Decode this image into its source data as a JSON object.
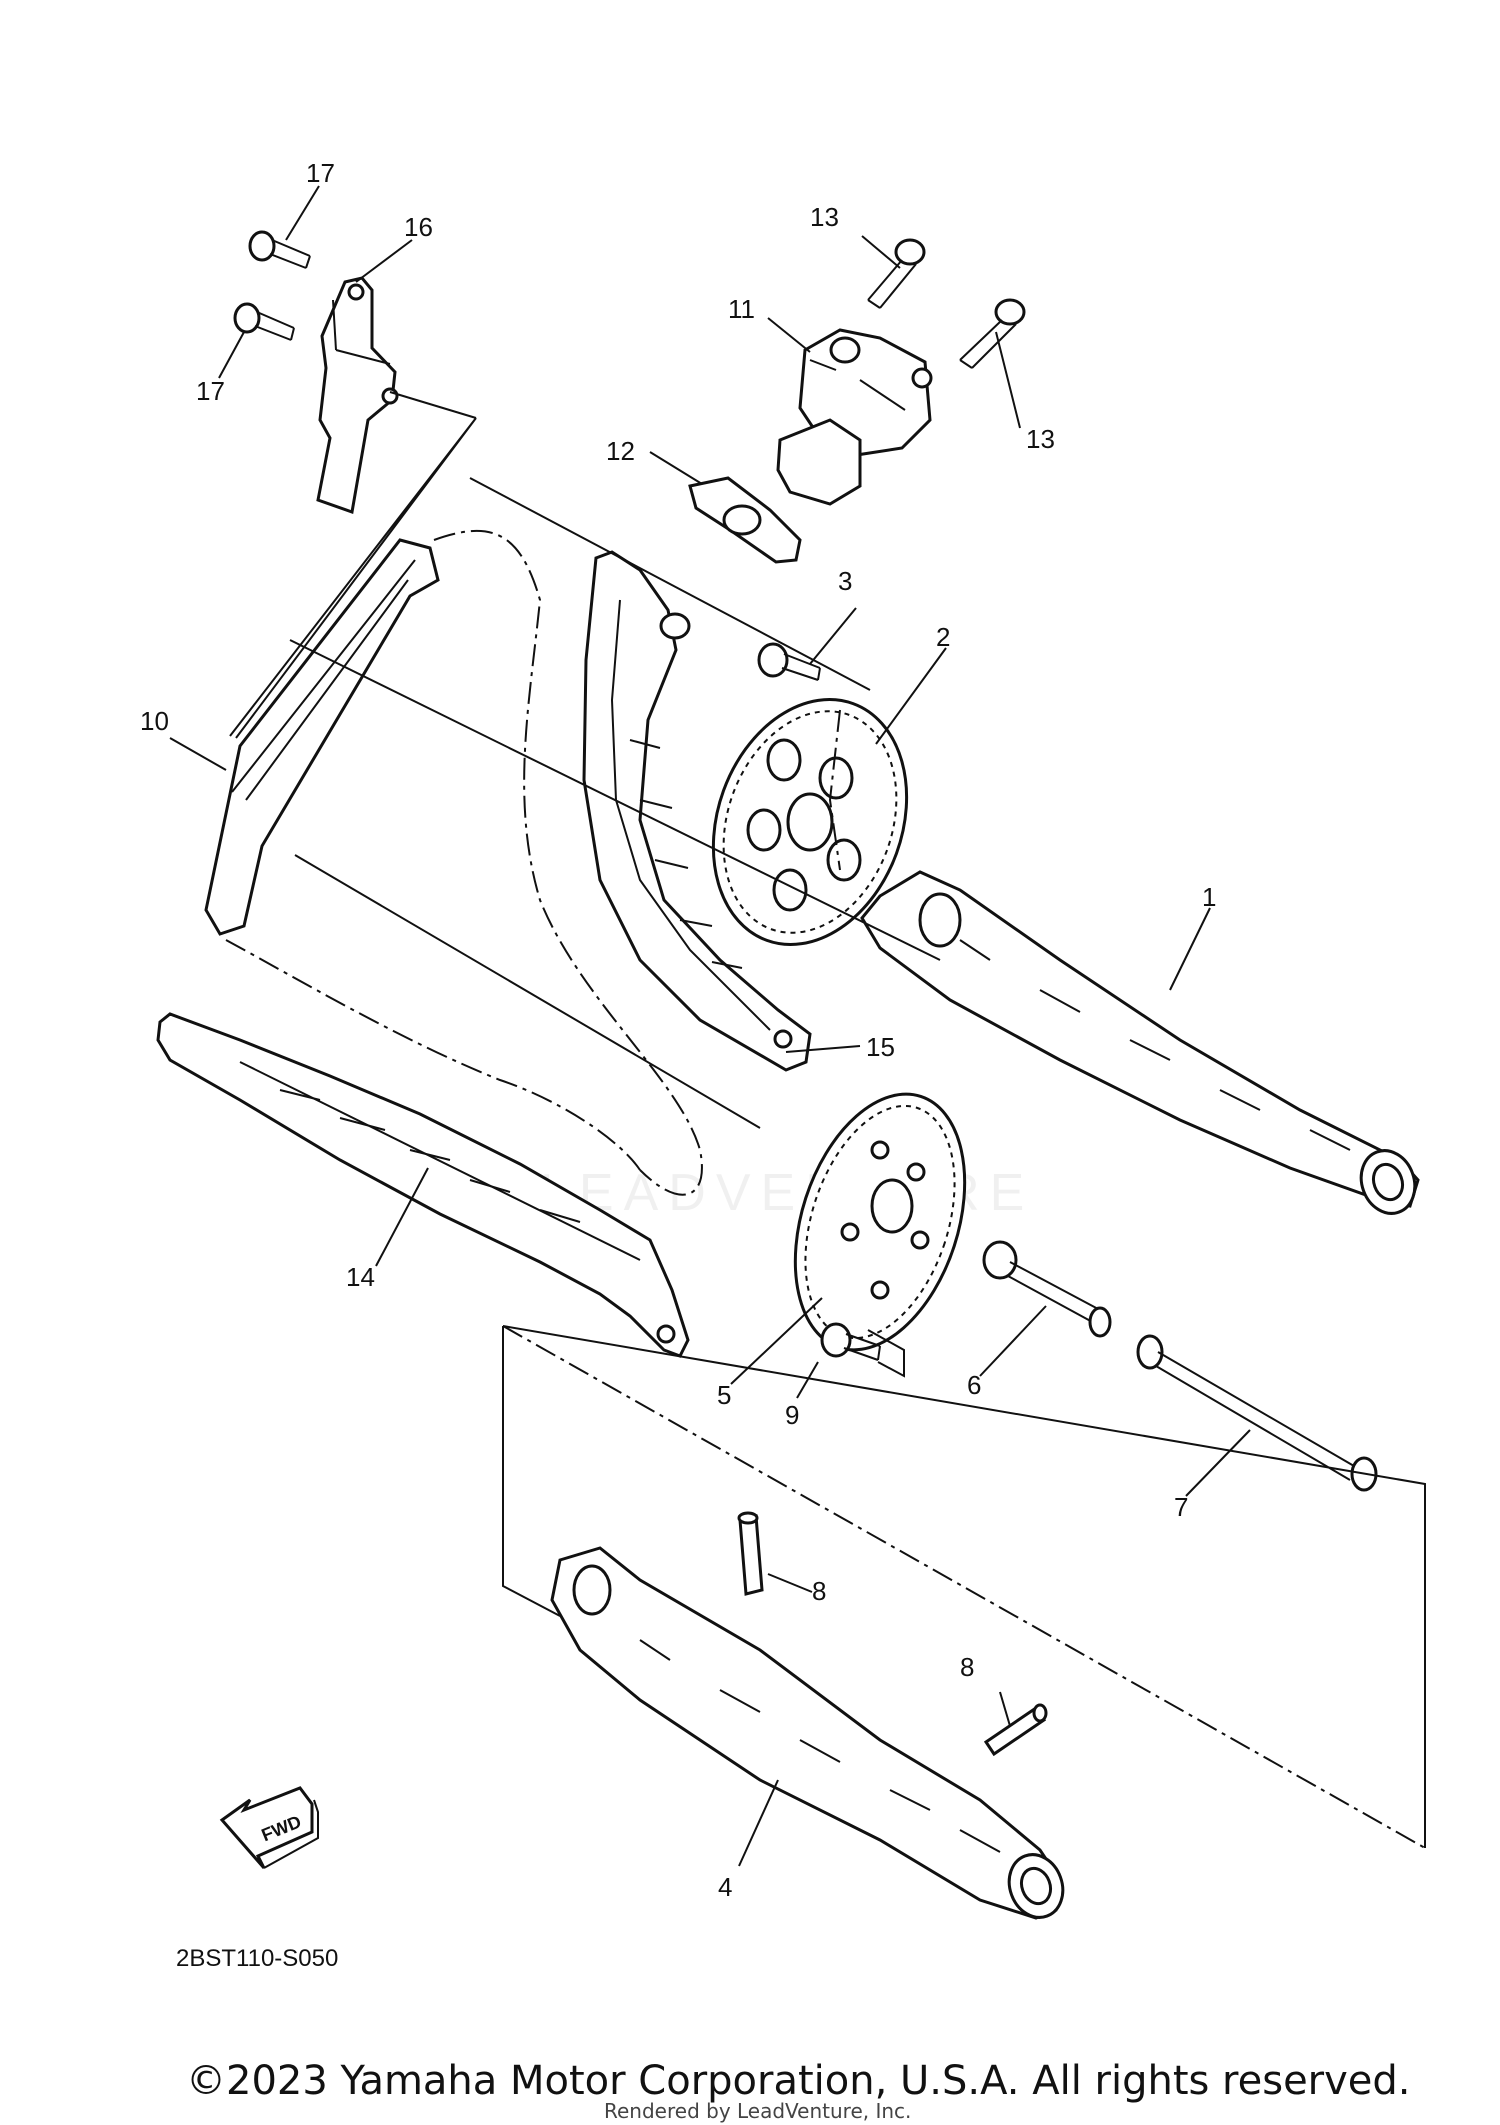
{
  "parts": [
    {
      "id": "1",
      "label": "1"
    },
    {
      "id": "2",
      "label": "2"
    },
    {
      "id": "3",
      "label": "3"
    },
    {
      "id": "4",
      "label": "4"
    },
    {
      "id": "5",
      "label": "5"
    },
    {
      "id": "6",
      "label": "6"
    },
    {
      "id": "7",
      "label": "7"
    },
    {
      "id": "8a",
      "label": "8"
    },
    {
      "id": "8b",
      "label": "8"
    },
    {
      "id": "9",
      "label": "9"
    },
    {
      "id": "10",
      "label": "10"
    },
    {
      "id": "11",
      "label": "11"
    },
    {
      "id": "12",
      "label": "12"
    },
    {
      "id": "13a",
      "label": "13"
    },
    {
      "id": "13b",
      "label": "13"
    },
    {
      "id": "14",
      "label": "14"
    },
    {
      "id": "15",
      "label": "15"
    },
    {
      "id": "16",
      "label": "16"
    },
    {
      "id": "17a",
      "label": "17"
    },
    {
      "id": "17b",
      "label": "17"
    }
  ],
  "fwd_label": "FWD",
  "diagram_code": "2BST110-S050",
  "watermark": "LEADVENTURE",
  "copyright": "©2023 Yamaha Motor Corporation, U.S.A. All rights reserved.",
  "render_credit": "Rendered by LeadVenture, Inc."
}
